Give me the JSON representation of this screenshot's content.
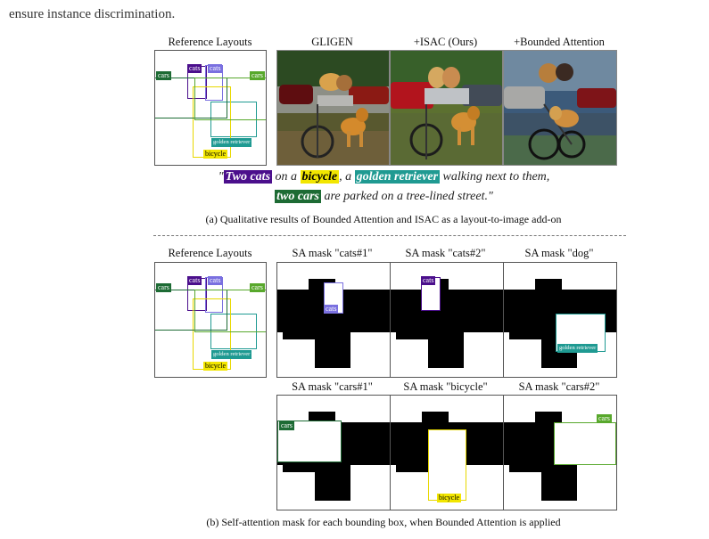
{
  "top_text": "ensure instance discrimination.",
  "section_a": {
    "headers": [
      "Reference Layouts",
      "GLIGEN",
      "+ISAC (Ours)",
      "+Bounded Attention"
    ],
    "layout_labels": {
      "cats1": "cats",
      "cats2": "cats",
      "cars1": "cars",
      "cars2": "cars",
      "retriever": "golden retriever",
      "bicycle": "bicycle"
    },
    "prompt": {
      "q_open": "\"",
      "two_cats": "Two cats",
      "on_a": " on a ",
      "bicycle": "bicycle",
      "comma_a": ", a ",
      "golden_retriever": "golden retriever",
      "walking": " walking next to them,",
      "two_cars": "two cars",
      "parked": " are parked on a tree-lined street.\""
    },
    "caption": "(a) Qualitative results of Bounded Attention and ISAC as a layout-to-image add-on"
  },
  "section_b": {
    "headers_row1": [
      "Reference Layouts",
      "SA mask \"cats#1\"",
      "SA mask \"cats#2\"",
      "SA mask \"dog\""
    ],
    "headers_row2": [
      "SA mask \"cars#1\"",
      "SA mask \"bicycle\"",
      "SA mask \"cars#2\""
    ],
    "mask_labels": {
      "cats1": "cats",
      "cats2": "cats",
      "dog": "golden retriever",
      "cars1": "cars",
      "bicycle": "bicycle",
      "cars2": "cars"
    },
    "caption": "(b) Self-attention mask for each bounding box, when Bounded Attention is applied"
  },
  "colors": {
    "cats_dark": "#4b0f8c",
    "cats_light": "#7a70e0",
    "cars_dark": "#1d6b34",
    "cars_light": "#58a82c",
    "retriever": "#1f9a92",
    "bicycle": "#f2e600"
  }
}
